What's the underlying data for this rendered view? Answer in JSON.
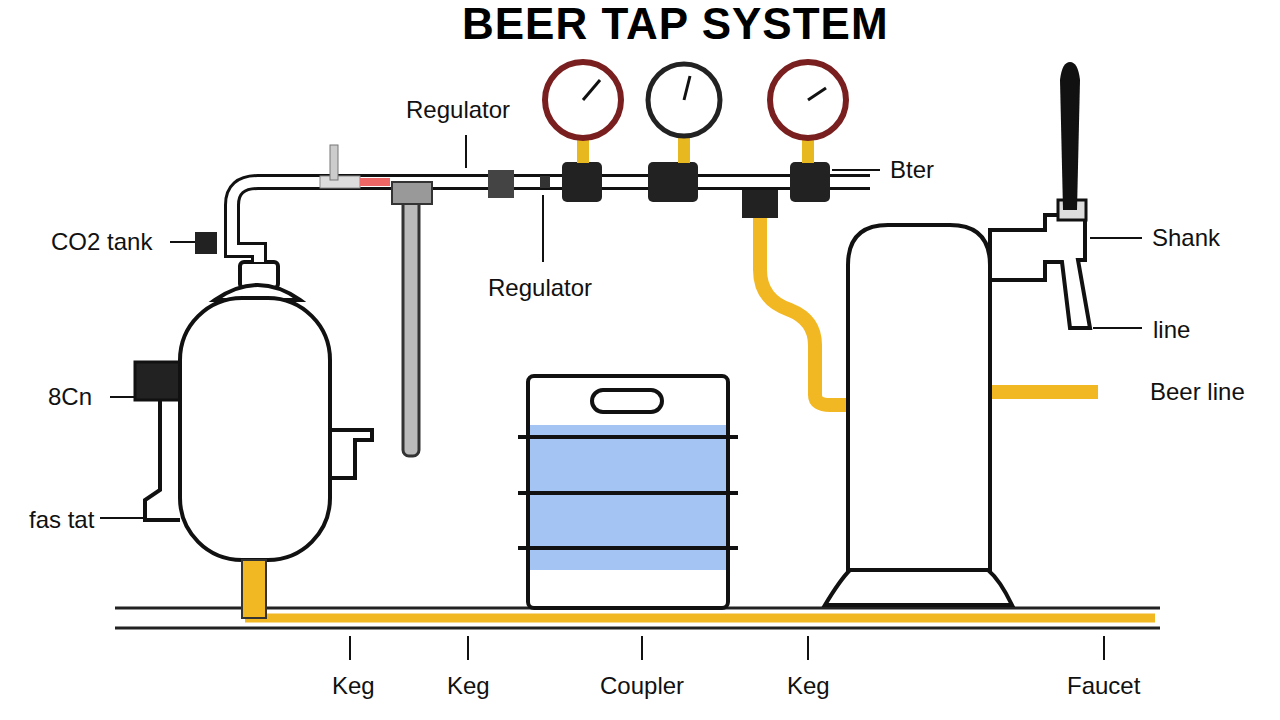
{
  "diagram": {
    "title": "BEER TAP SYSTEM",
    "labels": [
      "Regulator",
      "Bter",
      "CO2 tank",
      "Regulator",
      "Shank",
      "line",
      "Beer line",
      "8Cn",
      "fas tat",
      "Keg",
      "Keg",
      "Coupler",
      "Keg",
      "Faucet"
    ]
  }
}
